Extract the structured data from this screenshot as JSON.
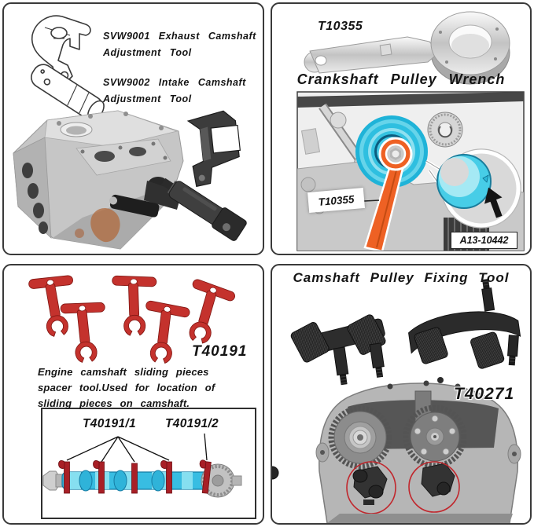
{
  "colors": {
    "panel_border": "#3a3a3a",
    "text": "#141414",
    "red_tool": "#c4322d",
    "cyan_highlight": "#3cc6e4",
    "orange_wrench": "#ee6124",
    "annotation_red": "#c1272d"
  },
  "panel_top_left": {
    "tool1_line1": "SVW9001 Exhaust Camshaft",
    "tool1_line2": "Adjustment Tool",
    "tool2_line1": "SVW9002 Intake Camshaft",
    "tool2_line2": "Adjustment Tool"
  },
  "panel_top_right": {
    "part_number": "T10355",
    "title": "Crankshaft Pulley Wrench",
    "callout": "T10355",
    "figure_code": "A13-10442"
  },
  "panel_bottom_left": {
    "part_number": "T40191",
    "desc_line1": "Engine camshaft sliding pieces",
    "desc_line2": "spacer tool.Used for location of",
    "desc_line3": "sliding pieces on camshaft.",
    "diagram_label_1": "T40191/1",
    "diagram_label_2": "T40191/2"
  },
  "panel_bottom_right": {
    "title": "Camshaft Pulley Fixing Tool",
    "part_number": "T40271"
  }
}
